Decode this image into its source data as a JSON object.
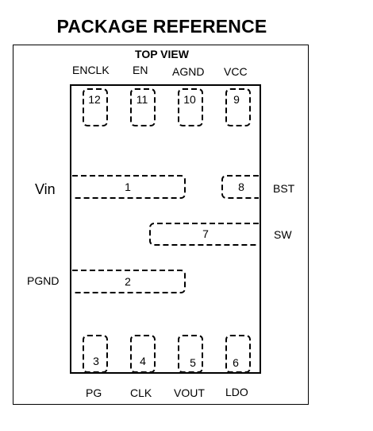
{
  "title": "PACKAGE REFERENCE",
  "view_label": "TOP VIEW",
  "pins": [
    {
      "number": "12",
      "name": "ENCLK"
    },
    {
      "number": "11",
      "name": "EN"
    },
    {
      "number": "10",
      "name": "AGND"
    },
    {
      "number": "9",
      "name": "VCC"
    },
    {
      "number": "1",
      "name": "Vin"
    },
    {
      "number": "8",
      "name": "BST"
    },
    {
      "number": "7",
      "name": "SW"
    },
    {
      "number": "2",
      "name": "PGND"
    },
    {
      "number": "3",
      "name": "PG"
    },
    {
      "number": "4",
      "name": "CLK"
    },
    {
      "number": "5",
      "name": "VOUT"
    },
    {
      "number": "6",
      "name": "LDO"
    }
  ]
}
